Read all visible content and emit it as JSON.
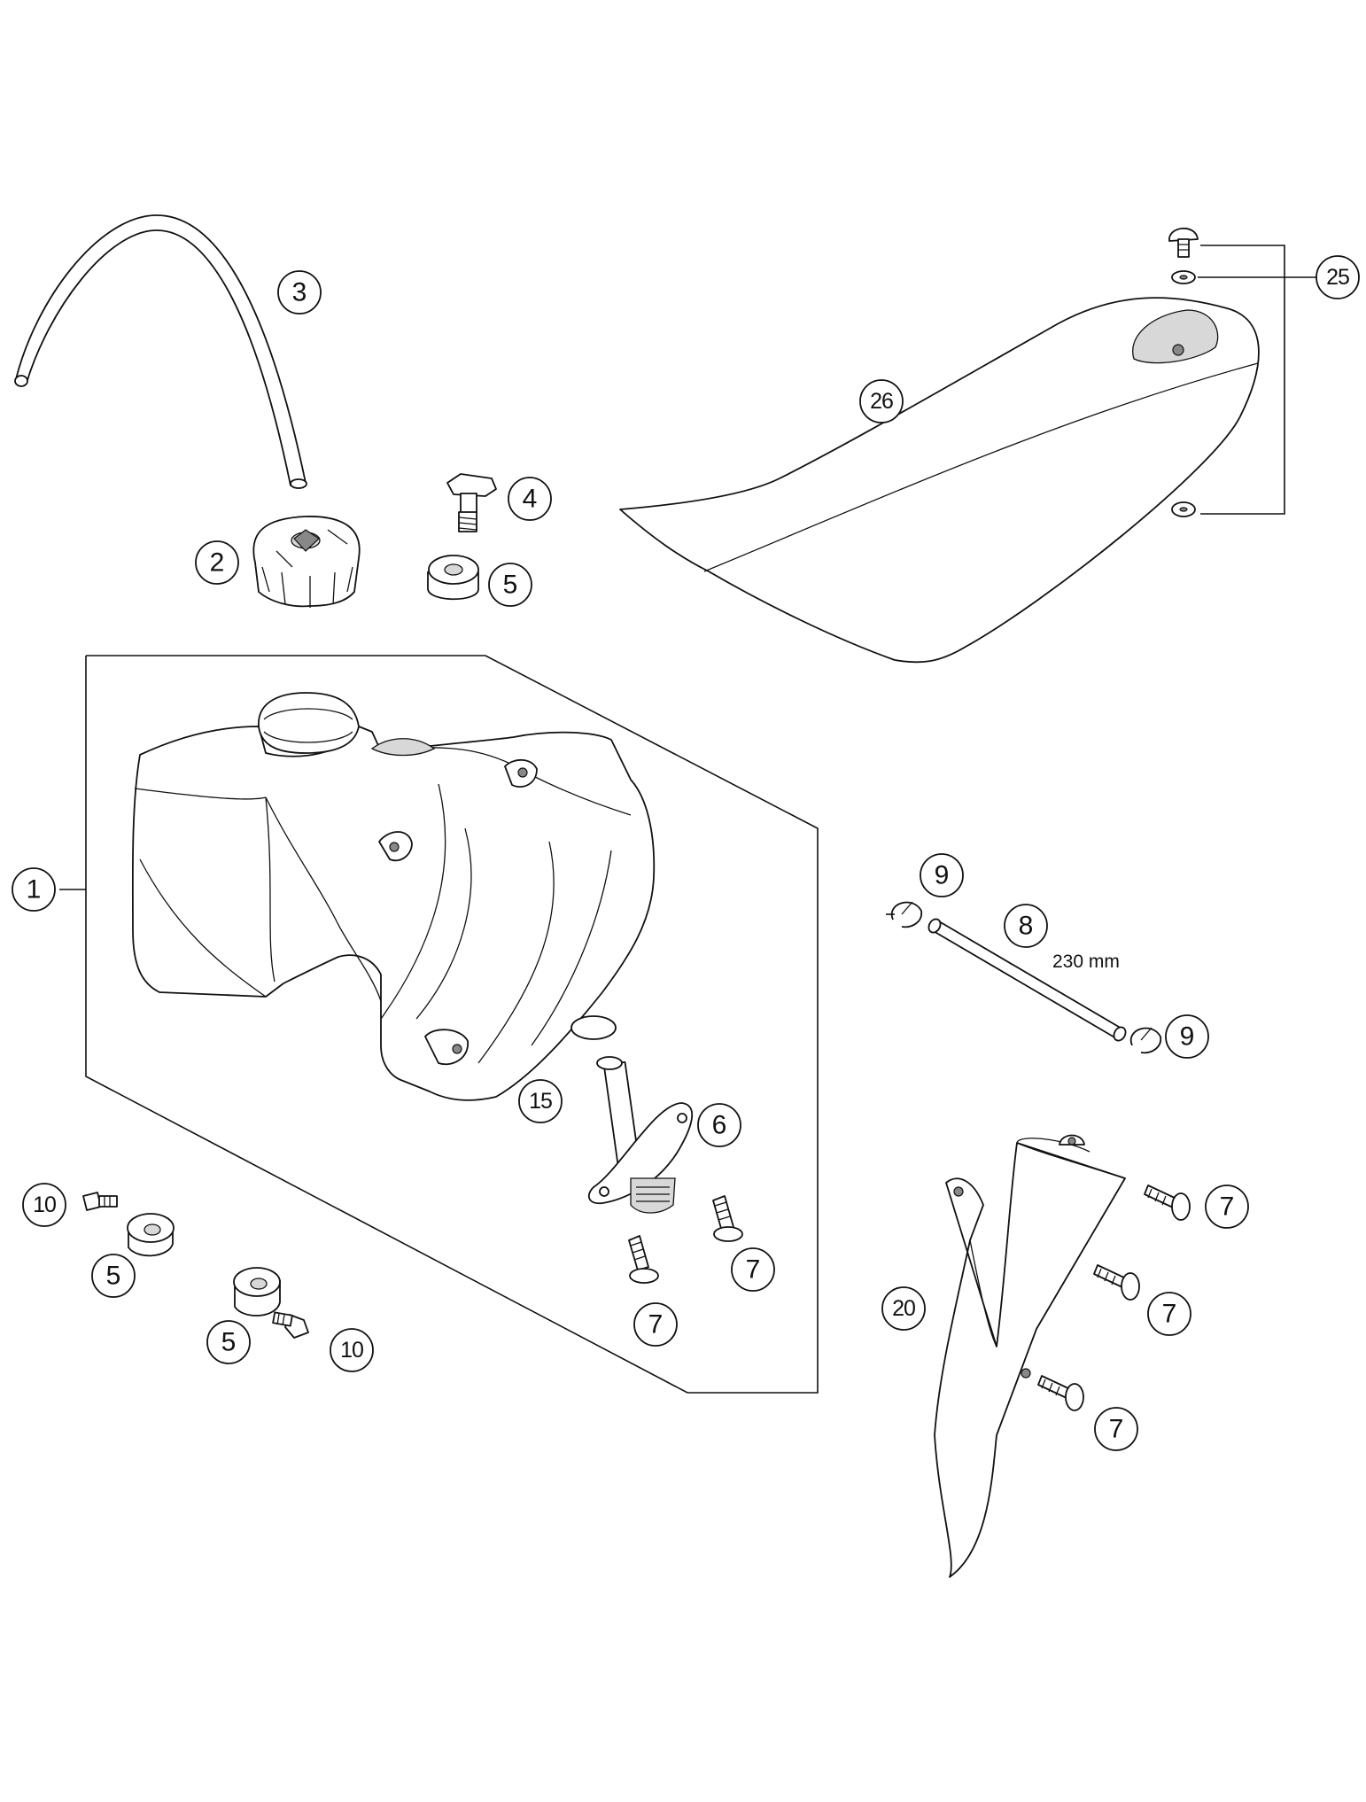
{
  "callouts": {
    "c1": "1",
    "c2": "2",
    "c3": "3",
    "c4": "4",
    "c5a": "5",
    "c5b": "5",
    "c5c": "5",
    "c6": "6",
    "c7a": "7",
    "c7b": "7",
    "c7c": "7",
    "c7d": "7",
    "c7e": "7",
    "c8": "8",
    "c9a": "9",
    "c9b": "9",
    "c10a": "10",
    "c10b": "10",
    "c15": "15",
    "c20": "20",
    "c25": "25",
    "c26": "26"
  },
  "dimension_label": "230 mm",
  "parts": {
    "fuel_tank": "tank-outline",
    "tank_cap": "cap",
    "breather_hose": "hose",
    "seat": "seat",
    "fuel_tap": "tap",
    "spoiler": "spoiler",
    "fuel_line": "fuel-line"
  }
}
